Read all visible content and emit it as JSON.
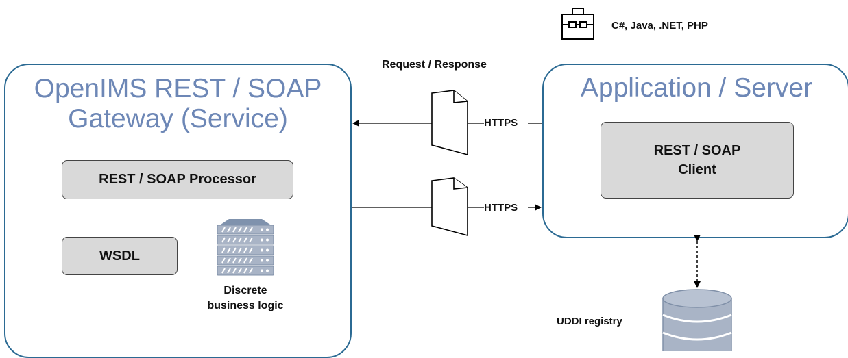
{
  "gateway": {
    "title_line1": "OpenIMS REST / SOAP",
    "title_line2": "Gateway (Service)",
    "processor_label": "REST / SOAP Processor",
    "wsdl_label": "WSDL",
    "logic_label_line1": "Discrete",
    "logic_label_line2": "business logic",
    "logic_icon": "server-rack-icon"
  },
  "application": {
    "title": "Application / Server",
    "client_label_line1": "REST / SOAP",
    "client_label_line2": "Client"
  },
  "languages": {
    "icon": "toolbox-icon",
    "label": "C#, Java, .NET, PHP"
  },
  "connection": {
    "label": "Request / Response",
    "protocol_top": "HTTPS",
    "protocol_bottom": "HTTPS",
    "doc_icon": "document-icon"
  },
  "registry": {
    "label": "UDDI registry",
    "icon": "database-icon"
  },
  "colors": {
    "box_border": "#2b6a93",
    "title_text": "#6d87b6",
    "inner_box_fill": "#d9d9d9"
  }
}
